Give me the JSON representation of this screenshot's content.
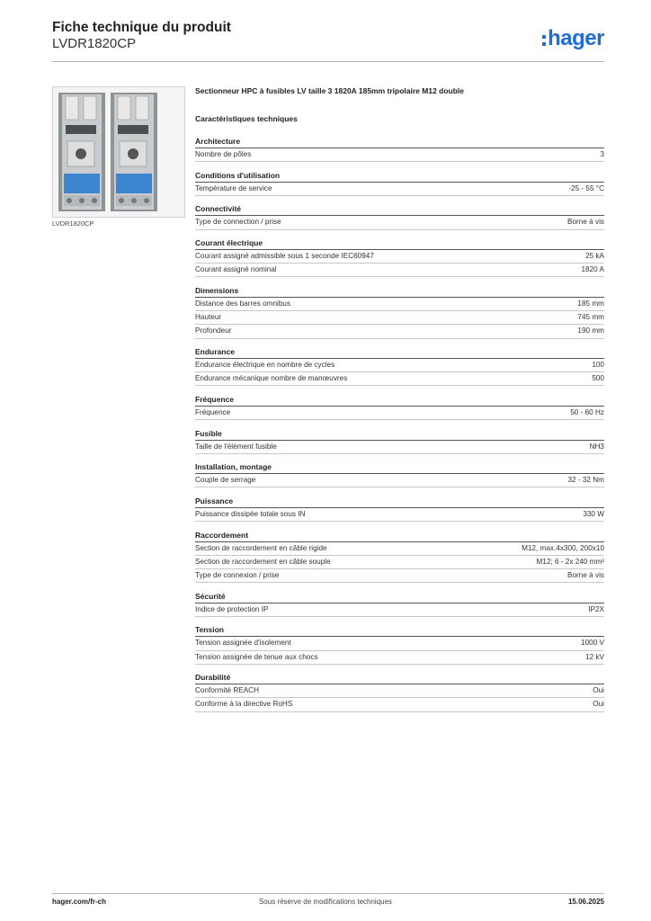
{
  "header": {
    "title": "Fiche technique du produit",
    "subtitle": "LVDR1820CP",
    "logo_text": "hager",
    "brand_color": "#1e6cd8"
  },
  "product": {
    "image_caption": "LVDR1820CP",
    "description": "Sectionneur HPC à fusibles LV taille 3 1820A 185mm tripolaire M12 double",
    "characteristics_title": "Caractéristiques techniques"
  },
  "sections": [
    {
      "title": "Architecture",
      "rows": [
        {
          "label": "Nombre de pôles",
          "value": "3"
        }
      ]
    },
    {
      "title": "Conditions d'utilisation",
      "rows": [
        {
          "label": "Température de service",
          "value": "-25 - 55 °C"
        }
      ]
    },
    {
      "title": "Connectivité",
      "rows": [
        {
          "label": "Type de connection / prise",
          "value": "Borne à vis"
        }
      ]
    },
    {
      "title": "Courant électrique",
      "rows": [
        {
          "label": "Courant assigné admissible sous 1 seconde IEC60947",
          "value": "25 kA"
        },
        {
          "label": "Courant assigné nominal",
          "value": "1820 A"
        }
      ]
    },
    {
      "title": "Dimensions",
      "rows": [
        {
          "label": "Distance des barres omnibus",
          "value": "185 mm"
        },
        {
          "label": "Hauteur",
          "value": "745 mm"
        },
        {
          "label": "Profondeur",
          "value": "190 mm"
        }
      ]
    },
    {
      "title": "Endurance",
      "rows": [
        {
          "label": "Endurance électrique en nombre de cycles",
          "value": "100"
        },
        {
          "label": "Endurance mécanique nombre de manœuvres",
          "value": "500"
        }
      ]
    },
    {
      "title": "Fréquence",
      "rows": [
        {
          "label": "Fréquence",
          "value": "50 - 60 Hz"
        }
      ]
    },
    {
      "title": "Fusible",
      "rows": [
        {
          "label": "Taille de l'élément fusible",
          "value": "NH3"
        }
      ]
    },
    {
      "title": "Installation, montage",
      "rows": [
        {
          "label": "Couple de serrage",
          "value": "32 - 32 Nm"
        }
      ]
    },
    {
      "title": "Puissance",
      "rows": [
        {
          "label": "Puissance dissipée totale sous IN",
          "value": "330 W"
        }
      ]
    },
    {
      "title": "Raccordement",
      "rows": [
        {
          "label": "Section de raccordement en câble rigide",
          "value": "M12, max.4x300, 200x10"
        },
        {
          "label": "Section de raccordement en câble souple",
          "value": "M12; 6 - 2x 240 mm²"
        },
        {
          "label": "Type de connexion / prise",
          "value": "Borne à vis"
        }
      ]
    },
    {
      "title": "Sécurité",
      "rows": [
        {
          "label": "Indice de protection IP",
          "value": "IP2X"
        }
      ]
    },
    {
      "title": "Tension",
      "rows": [
        {
          "label": "Tension assignée d'isolement",
          "value": "1000 V"
        },
        {
          "label": "Tension assignée de tenue aux chocs",
          "value": "12 kV"
        }
      ]
    },
    {
      "title": "Durabilité",
      "rows": [
        {
          "label": "Conformité REACH",
          "value": "Oui"
        },
        {
          "label": "Conforme à la directive RoHS",
          "value": "Oui"
        }
      ]
    }
  ],
  "footer": {
    "website": "hager.com/fr-ch",
    "notice": "Sous réserve de modifications techniques",
    "date": "15.06.2025"
  }
}
